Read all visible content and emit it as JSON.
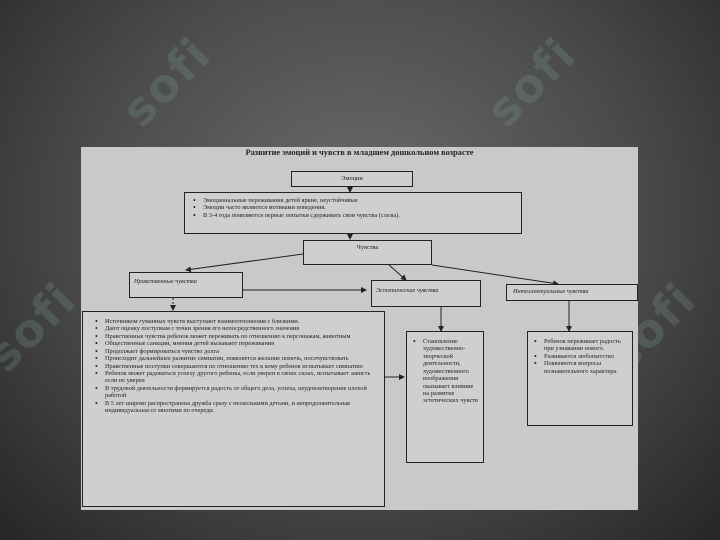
{
  "title": "Развитие эмоций и чувств в  младшем дошкольном возрасте",
  "emotions": {
    "label": "Эмоции",
    "items": [
      "Эмоциональные переживания детей яркие, неустойчивые",
      "Эмоции часто являются мотивами поведения.",
      "В 3-4 года появляются первые попытки сдерживать свои чувства (слезы)."
    ]
  },
  "feelings": {
    "label": "Чувства"
  },
  "moral": {
    "label": "Нравственные чувства",
    "items": [
      "Источником гуманных чувств выступают взаимоотношения с близкими.",
      "Дают оценку поступкам с точки зрения его непосредственного значения",
      "Нравственные чувства ребенок может переживать по отношению к персонажам, животным",
      "Общественные санкции, мнения детей вызывают переживания",
      "Продолжает формироваться чувство долга",
      "Происходит дальнейшее развитие симпатии, появляется желание помочь, посочувствовать",
      "Нравственные поступки совершаются по отношению тех к кому ребенок испытывает симпатию",
      "Ребенок может радоваться успеху другого ребенка, если уверен в своих силах, испытывает зависть если не  уверен",
      "В трудовой деятельности формируется радость от общего дела, успеха, неудовлетворение плохой работой",
      "В 5 лет широко распространена дружба сразу с несколькими детьми, и непродолжительная индивидуальная со многими по очереди."
    ]
  },
  "aesthetic": {
    "label": "Эстетические чувства",
    "items": [
      "Становление художественно-творческой деятельности, художественного воображения оказывает влияние на развитие эстетических чувств"
    ]
  },
  "intellectual": {
    "label": "Интеллектуальные чувства",
    "items": [
      "Ребенок переживает радость при узнавании нового.",
      "Развивается любопытство",
      "Появляются вопросы познавательного характера."
    ]
  },
  "watermark": "sofi"
}
